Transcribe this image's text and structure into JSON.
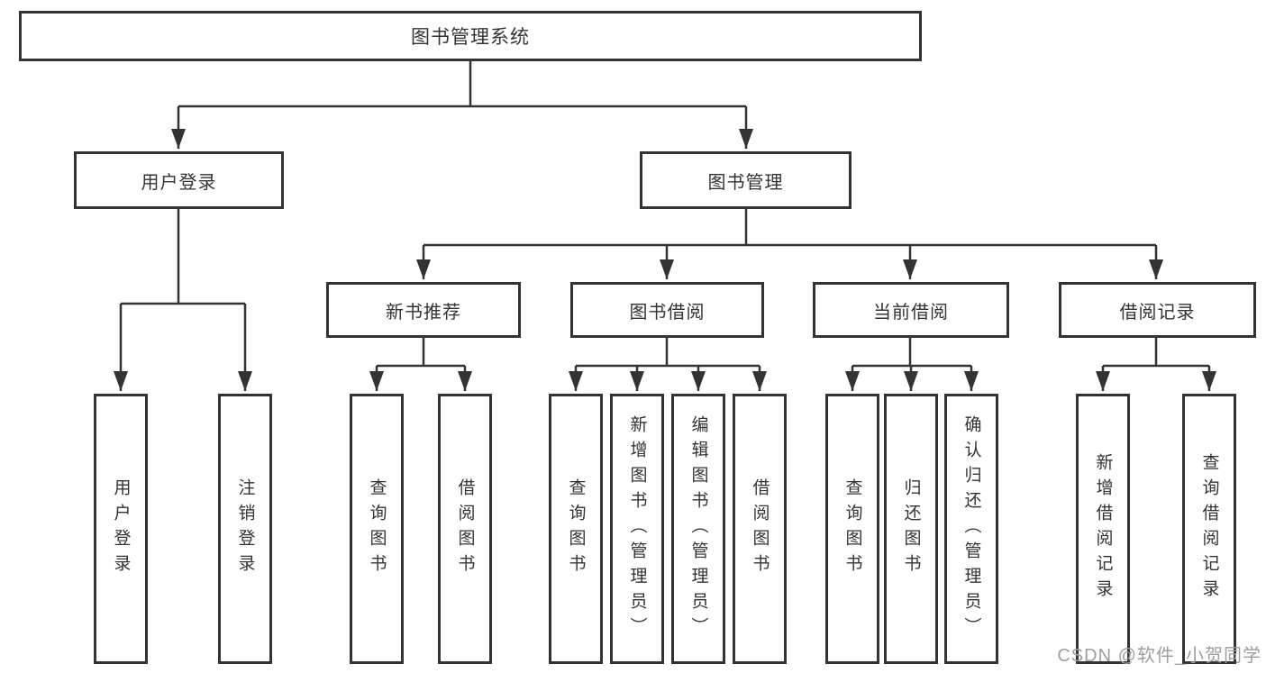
{
  "diagram": {
    "type": "hierarchy-tree",
    "nodes": {
      "root": "图书管理系统",
      "user_login": "用户登录",
      "book_mgmt": "图书管理",
      "new_book_rec": "新书推荐",
      "book_borrow": "图书借阅",
      "current_borrow": "当前借阅",
      "borrow_record": "借阅记录",
      "leaf_user_login": "用户登录",
      "leaf_logout": "注销登录",
      "leaf_query_book_rec": "查询图书",
      "leaf_borrow_book_rec": "借阅图书",
      "leaf_query_book_borrow": "查询图书",
      "leaf_add_book_admin": "新增图书（管理员）",
      "leaf_edit_book_admin": "编辑图书（管理员）",
      "leaf_borrow_book_borrow": "借阅图书",
      "leaf_query_book_current": "查询图书",
      "leaf_return_book": "归还图书",
      "leaf_confirm_return_admin": "确认归还（管理员）",
      "leaf_add_borrow_record": "新增借阅记录",
      "leaf_query_borrow_record": "查询借阅记录"
    },
    "structure": {
      "图书管理系统": {
        "用户登录": [
          "用户登录",
          "注销登录"
        ],
        "图书管理": {
          "新书推荐": [
            "查询图书",
            "借阅图书"
          ],
          "图书借阅": [
            "查询图书",
            "新增图书（管理员）",
            "编辑图书（管理员）",
            "借阅图书"
          ],
          "当前借阅": [
            "查询图书",
            "归还图书",
            "确认归还（管理员）"
          ],
          "借阅记录": [
            "新增借阅记录",
            "查询借阅记录"
          ]
        }
      }
    }
  },
  "watermark": "CSDN @软件_小贺同学",
  "colors": {
    "line": "#333333",
    "box_border": "#333333",
    "text": "#333333",
    "watermark_text": "#9e9e9e",
    "background": "#ffffff"
  }
}
